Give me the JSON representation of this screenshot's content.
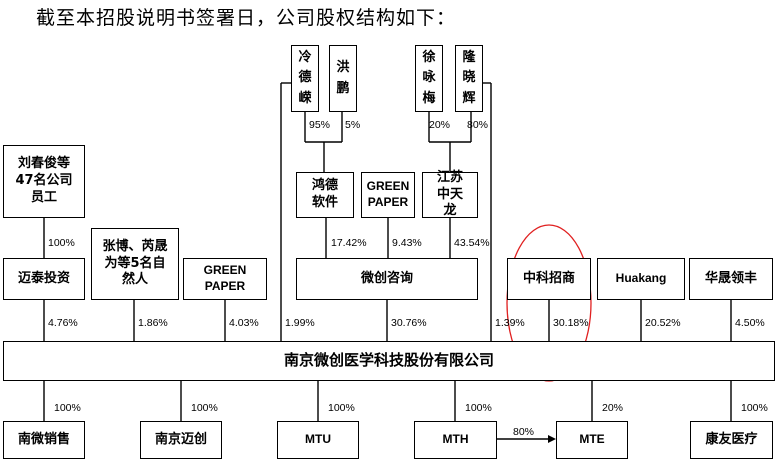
{
  "heading": "截至本招股说明书签署日，公司股权结构如下：",
  "entities": {
    "leng_de_die": "冷德嵘",
    "hong_peng": "洪鹏",
    "xu_yongmei": "徐咏梅",
    "long_xiaohui": "隆晓辉",
    "liu_chunjun": "刘春俊等47名公司员工",
    "hongde": "鸿德软件",
    "green_paper_top": "GREEN PAPER",
    "jiangsu": "江苏中天龙",
    "maitai": "迈泰投资",
    "zhangbo": "张博、芮晟为等5名自然人",
    "green_paper": "GREEN PAPER",
    "weichuang_zixun": "微创咨询",
    "zhongke": "中科招商",
    "huakang": "Huakang",
    "huasheng": "华晟领丰",
    "company": "南京微创医学科技股份有限公司",
    "nanwei": "南微销售",
    "nanjing_maichuang": "南京迈创",
    "mtu": "MTU",
    "mth": "MTH",
    "mte": "MTE",
    "kangyou": "康友医疗"
  },
  "percentages": {
    "leng_to_hongde": "95%",
    "hong_to_hongde": "5%",
    "xu_to_jiangsu": "20%",
    "long_to_jiangsu": "80%",
    "liu_to_maitai": "100%",
    "hongde_to_wc": "17.42%",
    "gp_to_wc": "9.43%",
    "jiangsu_to_wc": "43.54%",
    "maitai": "4.76%",
    "zhangbo": "1.86%",
    "green_paper": "4.03%",
    "leng_direct": "1.99%",
    "weichuang_zixun": "30.76%",
    "long_direct": "1.39%",
    "zhongke": "30.18%",
    "huakang": "20.52%",
    "huasheng": "4.50%",
    "nanwei": "100%",
    "nanjing_maichuang": "100%",
    "mtu": "100%",
    "mth": "100%",
    "mth_to_mte": "80%",
    "mte": "20%",
    "kangyou": "100%"
  },
  "colors": {
    "line": "#000000",
    "highlight": "#e02020"
  }
}
